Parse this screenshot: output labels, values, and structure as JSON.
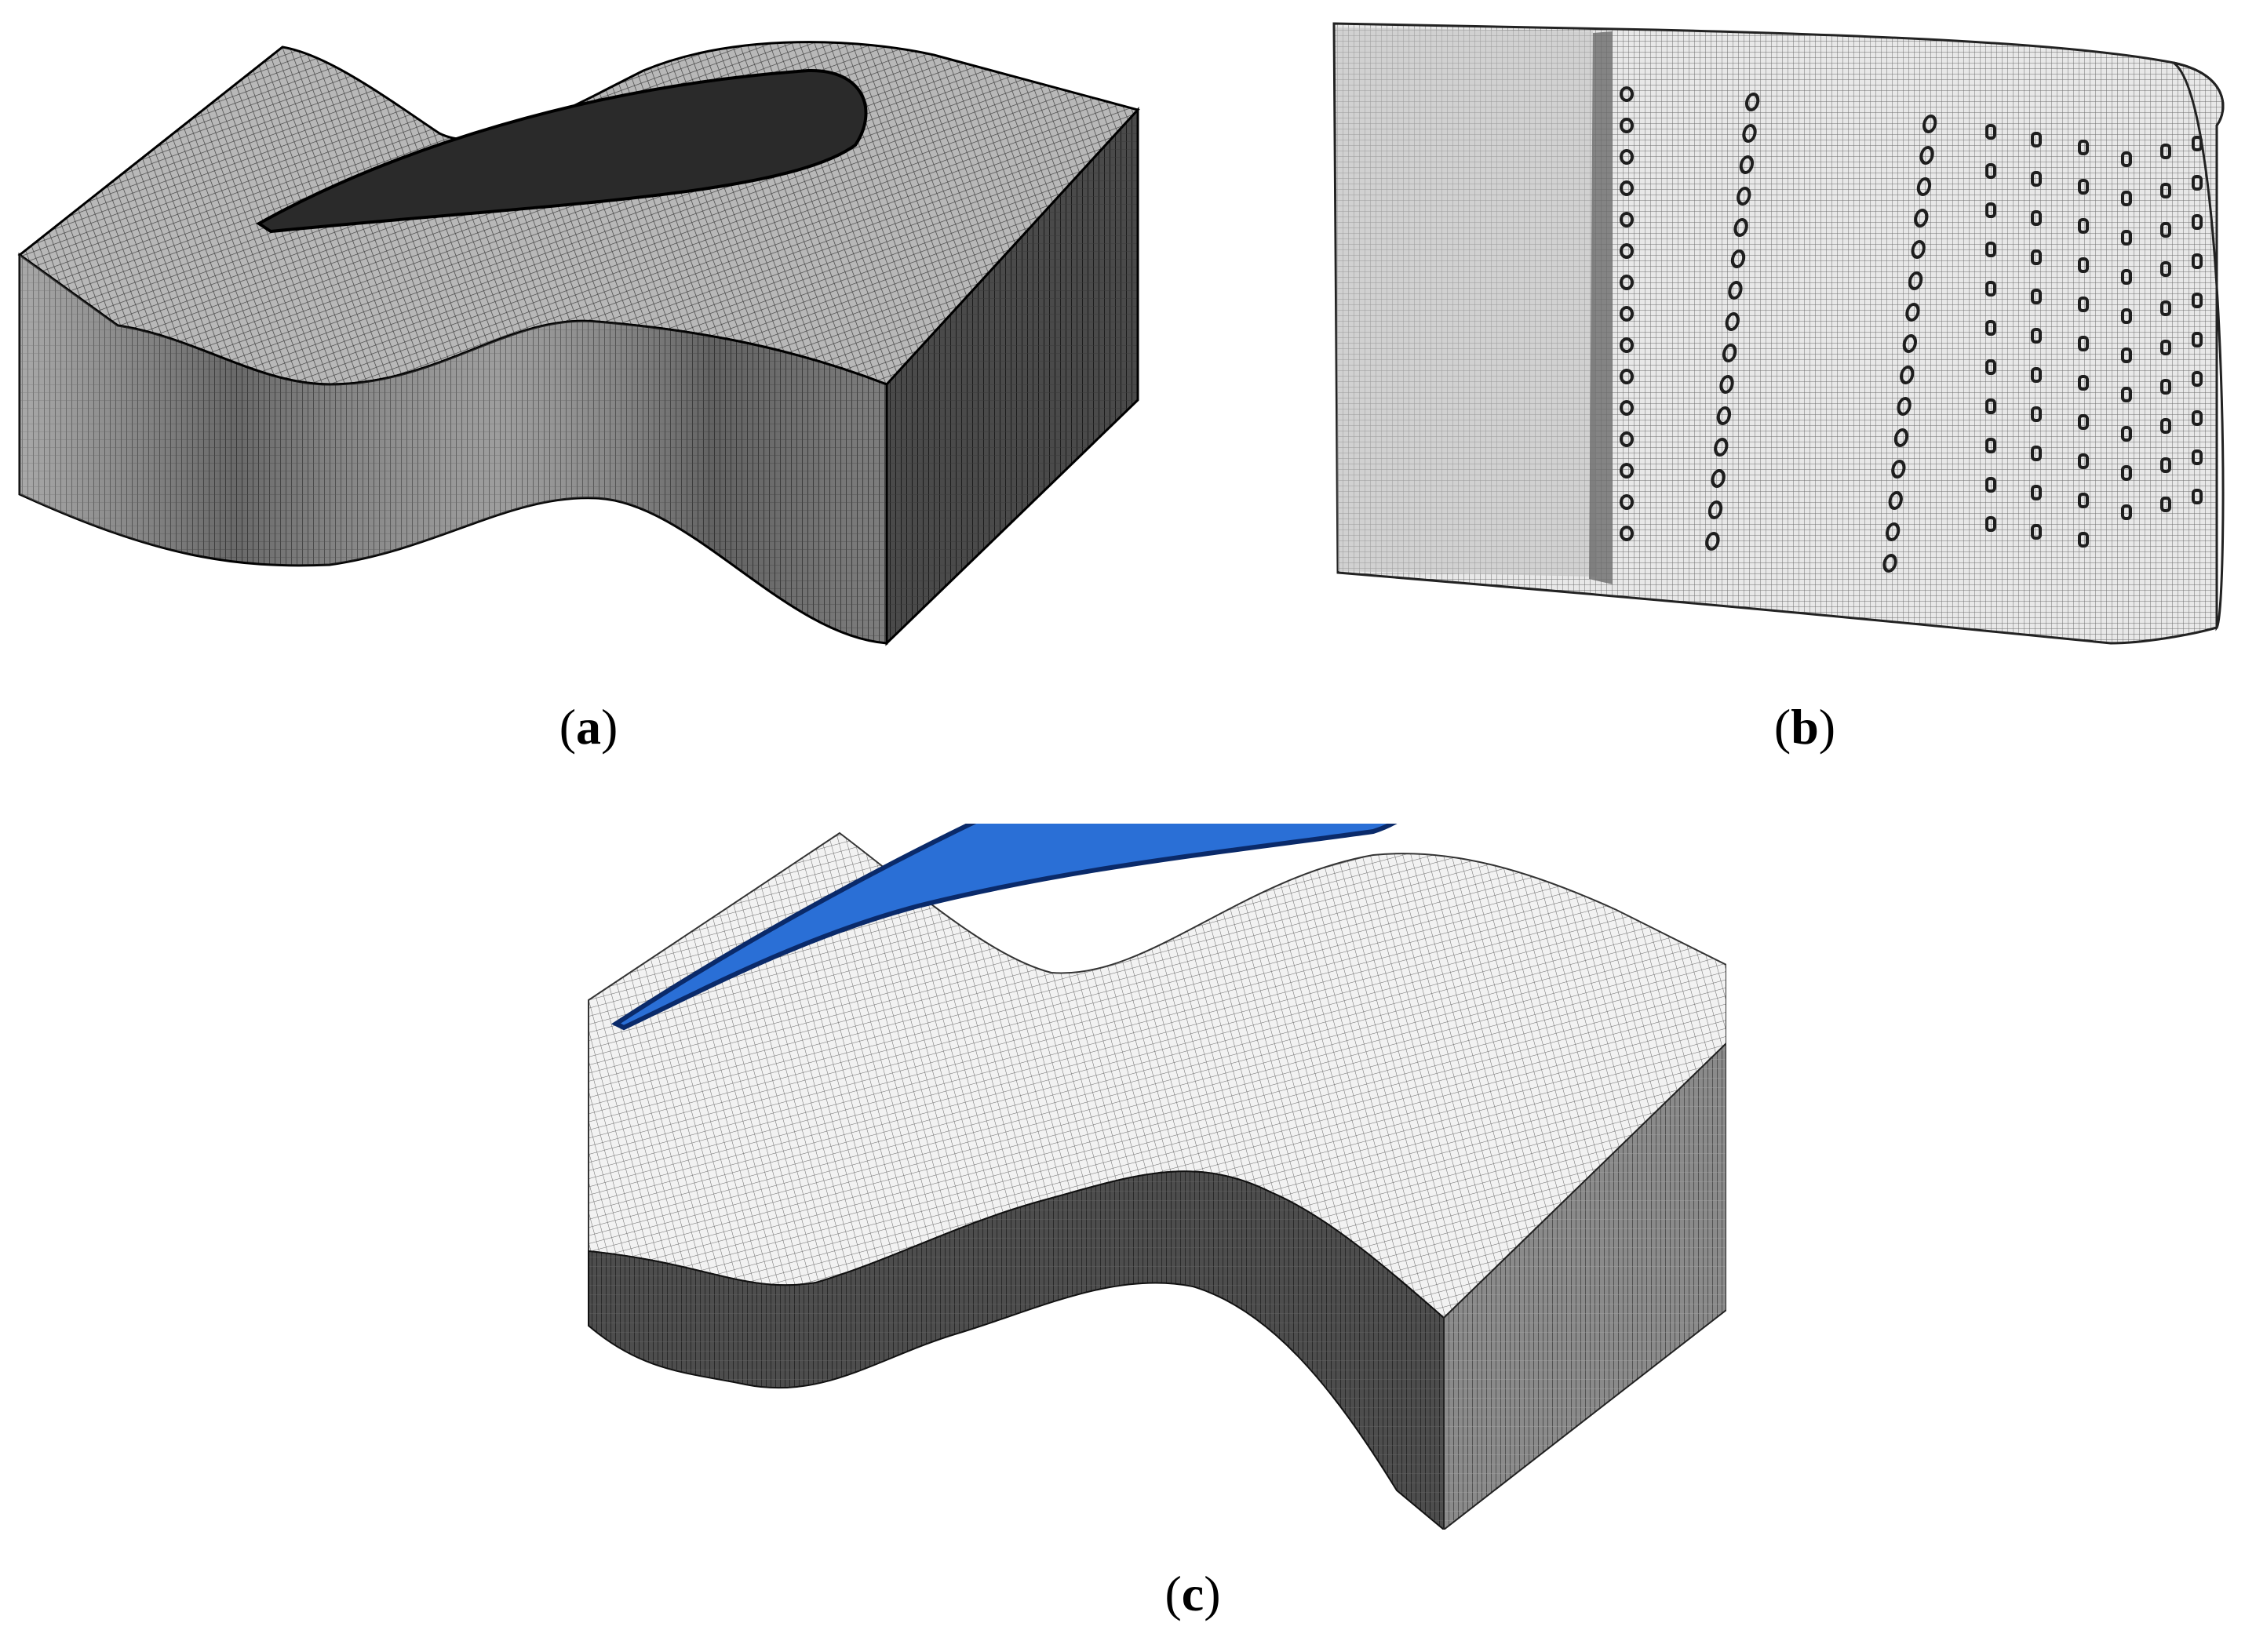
{
  "figure": {
    "panels": [
      {
        "id": "a",
        "label_open": "(",
        "label_letter": "a",
        "label_close": ")",
        "content": "Structured mesh of turbine blade passage fluid domain (grey hexahedral mesh, blade profile cut through top surface)"
      },
      {
        "id": "b",
        "label_open": "(",
        "label_letter": "b",
        "label_close": ")",
        "content": "Surface mesh of blade with rows of film cooling holes"
      },
      {
        "id": "c",
        "label_open": "(",
        "label_letter": "c",
        "label_close": ")",
        "content": "Fluid domain mesh with solid blade wall (blue) and two internal cooling cavities"
      }
    ],
    "colors": {
      "background": "#ffffff",
      "mesh_dark": "#3a3a3a",
      "mesh_mid": "#8a8a8a",
      "mesh_light": "#e6e6e6",
      "blade_solid": "#2a6fd6",
      "blade_outline": "#0a2a6a",
      "cavity": "#2b2d33"
    },
    "cooling_hole_rows": 9
  }
}
